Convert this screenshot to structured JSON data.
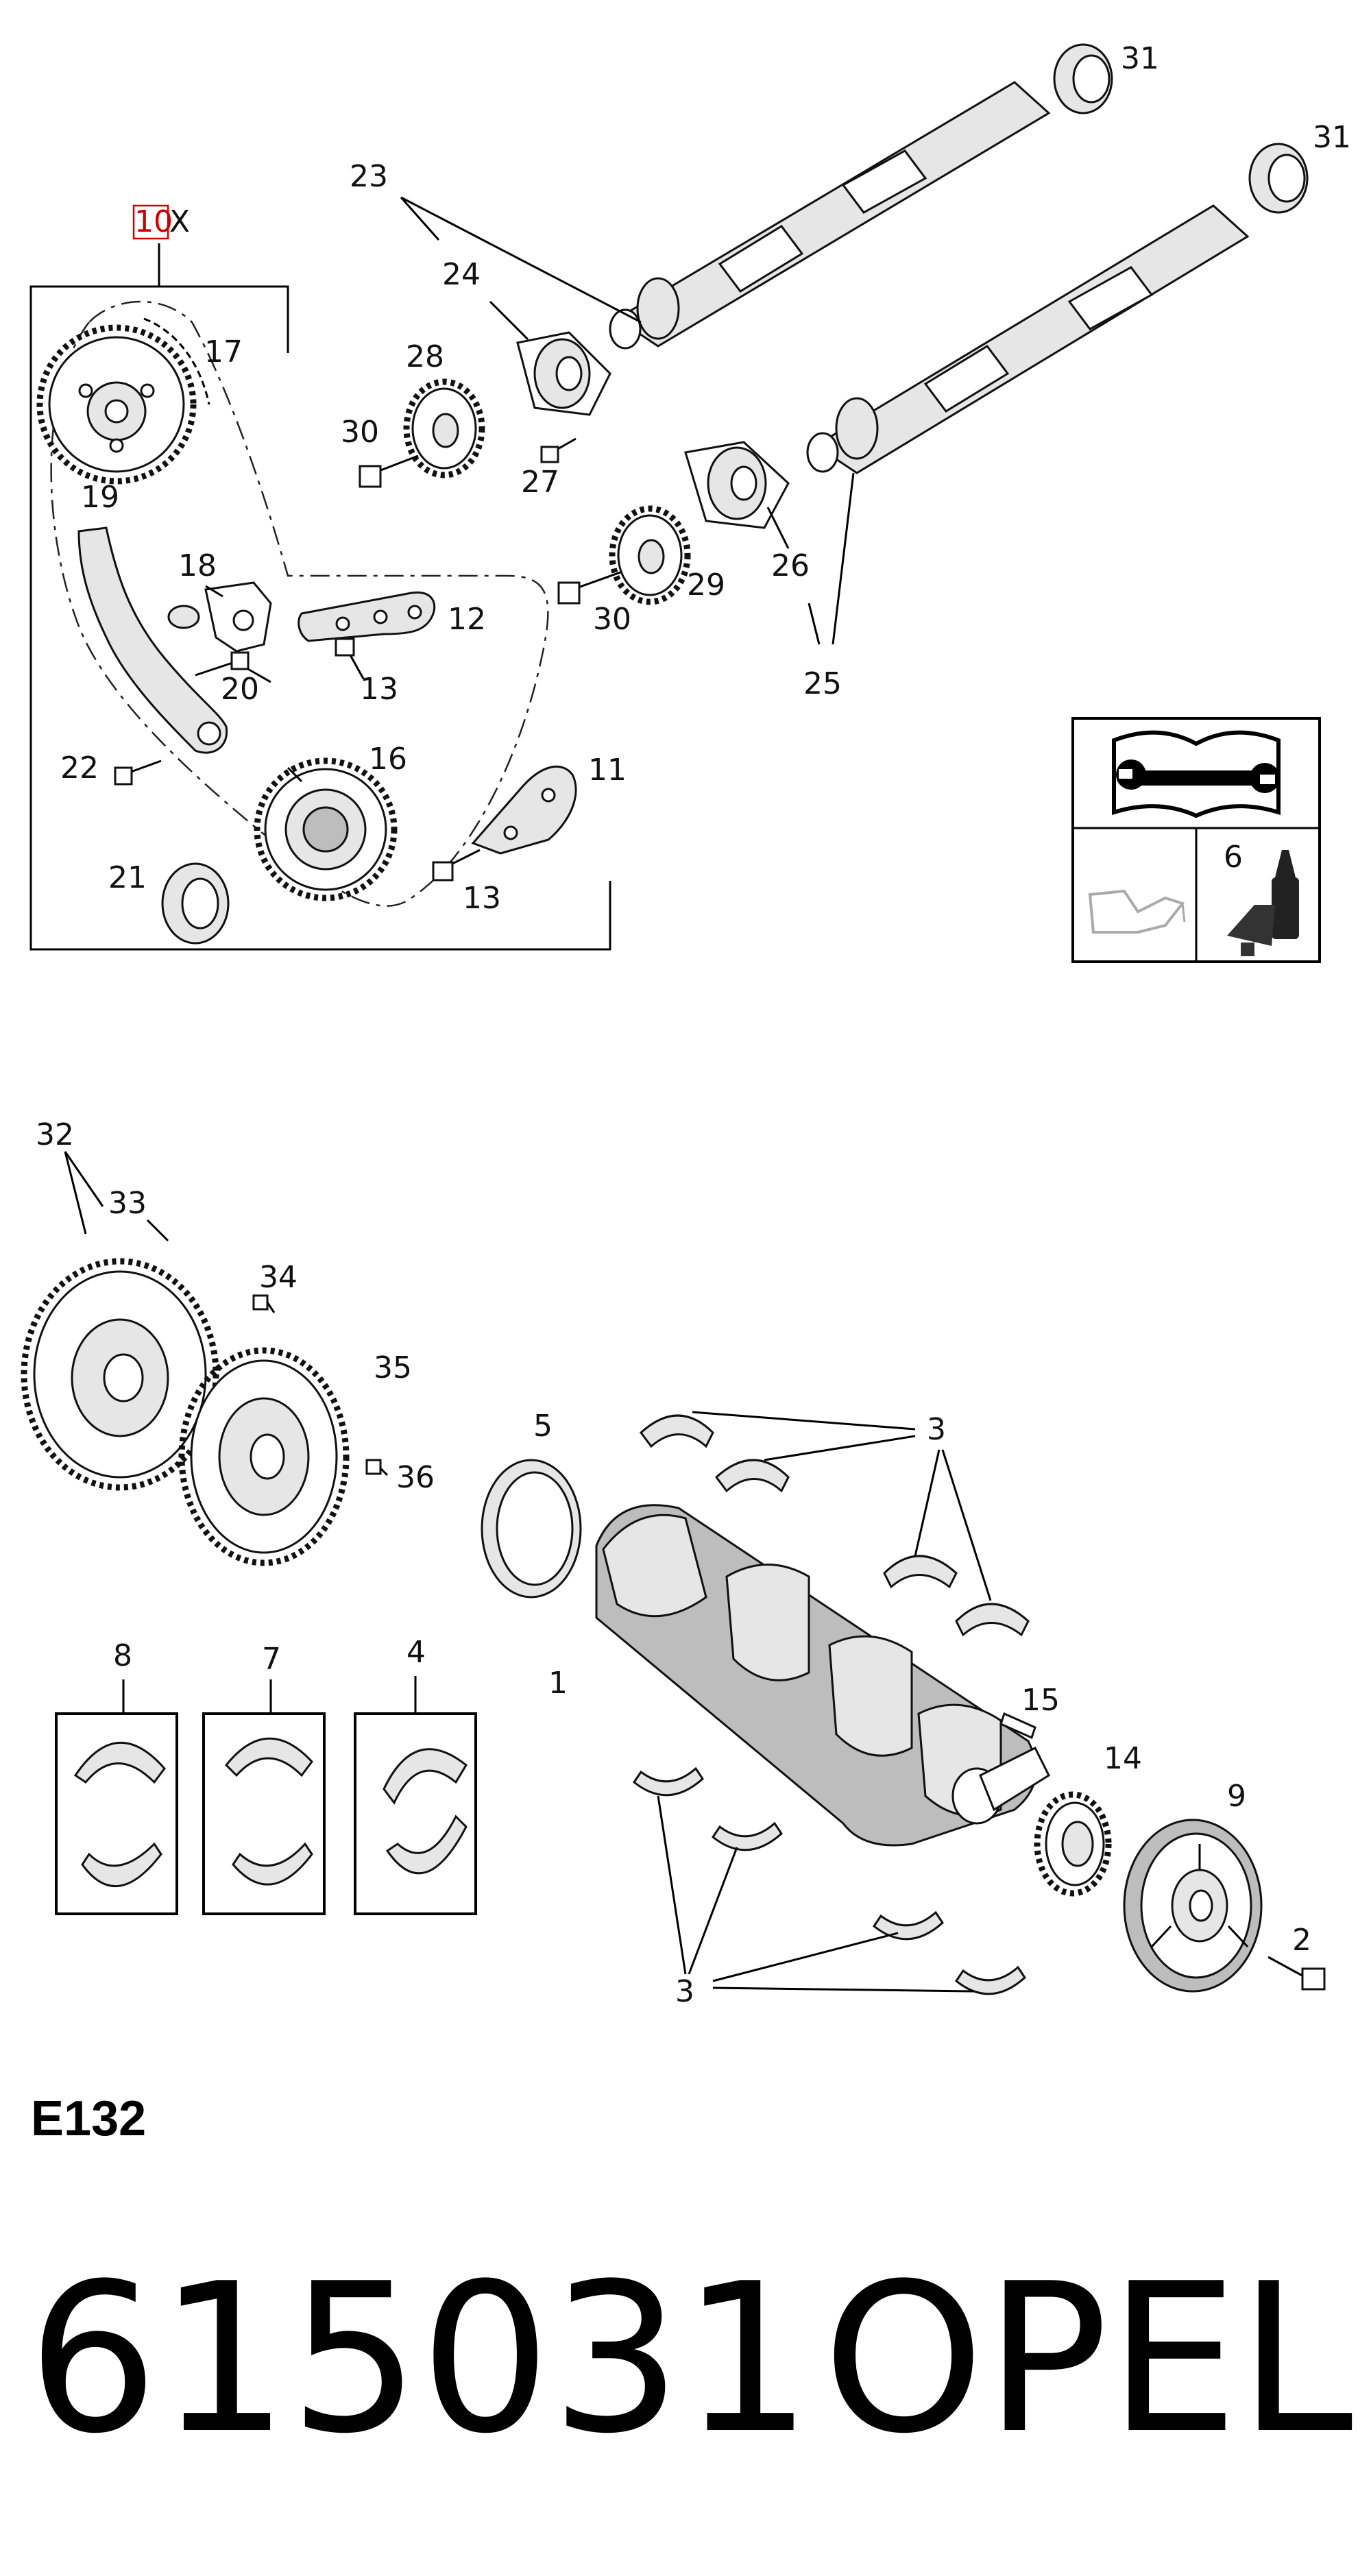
{
  "callouts": {
    "c1": "1",
    "c2": "2",
    "c3a": "3",
    "c3b": "3",
    "c4": "4",
    "c5": "5",
    "c6": "6",
    "c7": "7",
    "c8": "8",
    "c9": "9",
    "c10": "10",
    "c10x": "X",
    "c11": "11",
    "c12": "12",
    "c13a": "13",
    "c13b": "13",
    "c14": "14",
    "c15": "15",
    "c16": "16",
    "c17": "17",
    "c18": "18",
    "c19": "19",
    "c20": "20",
    "c21": "21",
    "c22": "22",
    "c23": "23",
    "c24": "24",
    "c25": "25",
    "c26": "26",
    "c27": "27",
    "c28": "28",
    "c29": "29",
    "c30a": "30",
    "c30b": "30",
    "c31a": "31",
    "c31b": "31",
    "c32": "32",
    "c33": "33",
    "c34": "34",
    "c35": "35",
    "c36": "36"
  },
  "figure_code": "E132",
  "footer": {
    "part_number": "615031",
    "brand": "OPEL"
  },
  "colors": {
    "highlight": "#c00000",
    "line": "#000000"
  }
}
